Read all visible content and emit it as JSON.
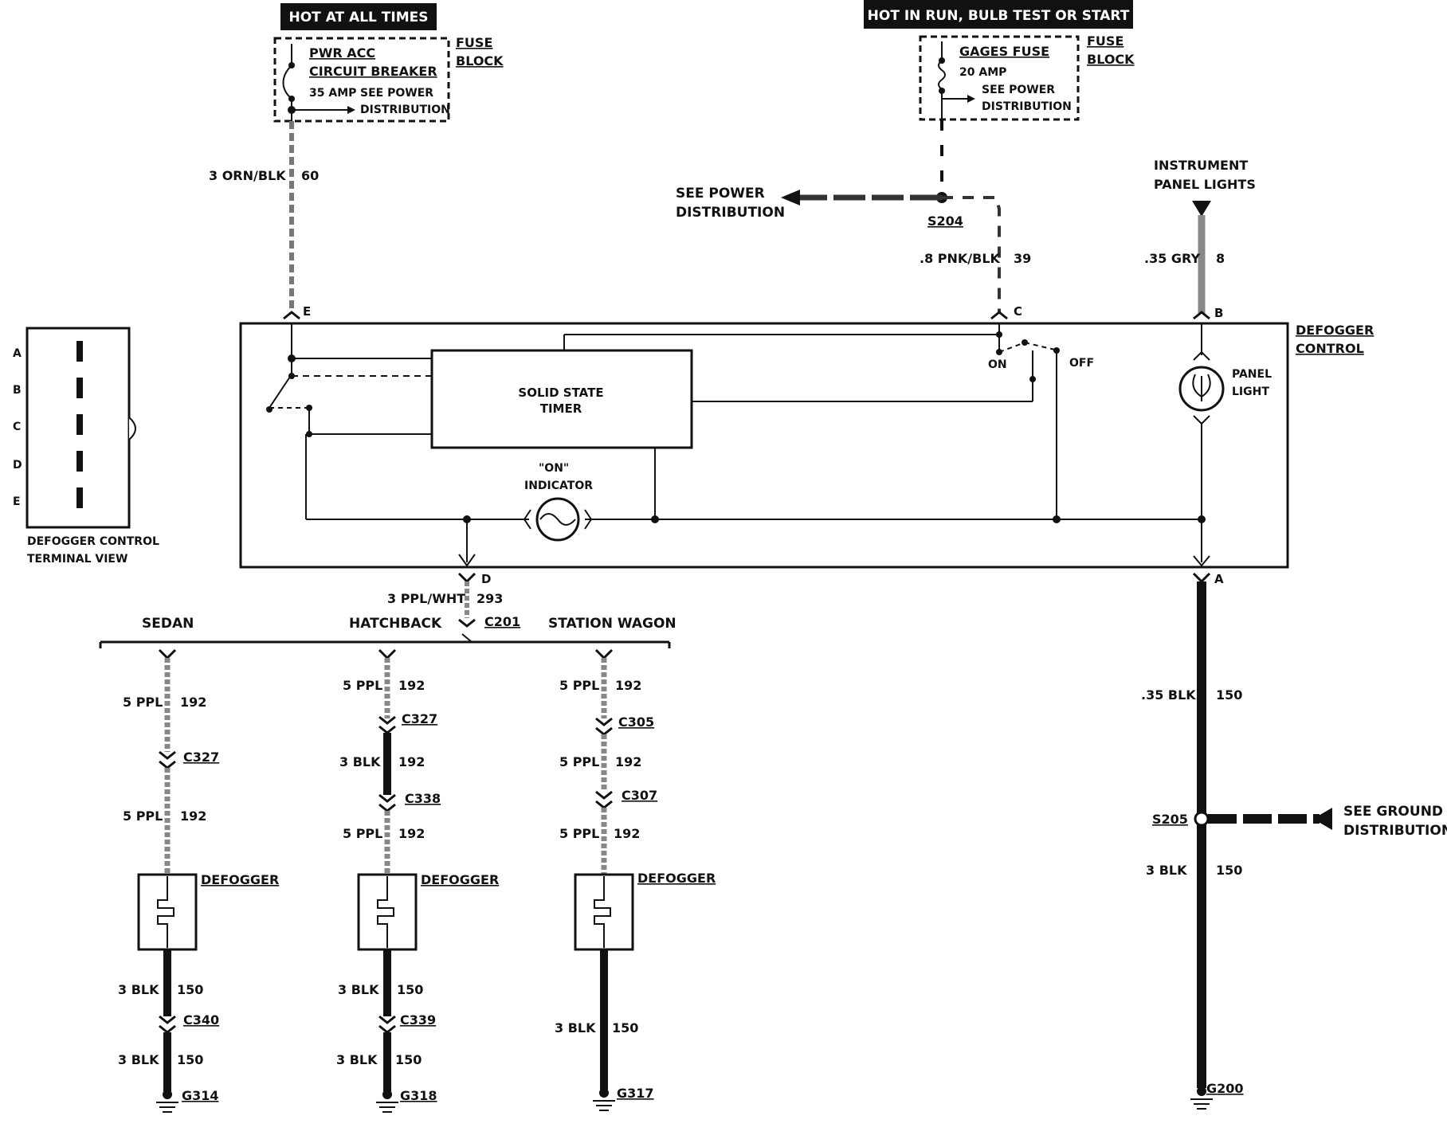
{
  "supplies": {
    "left_header": "HOT AT ALL TIMES",
    "right_header": "HOT IN RUN,  BULB TEST OR START",
    "left_fuse": {
      "line1": "PWR ACC",
      "line2": "CIRCUIT BREAKER",
      "rating": "35 AMP",
      "see1": "SEE POWER",
      "see2": "DISTRIBUTION"
    },
    "right_fuse": {
      "line1": "GAGES FUSE",
      "rating": "20 AMP",
      "see1": "SEE POWER",
      "see2": "DISTRIBUTION"
    },
    "fuse_block_1": "FUSE",
    "fuse_block_2": "BLOCK",
    "instrument_1": "INSTRUMENT",
    "instrument_2": "PANEL LIGHTS",
    "see_power_1": "SEE POWER",
    "see_power_2": "DISTRIBUTION",
    "see_ground_1": "SEE GROUND",
    "see_ground_2": "DISTRIBUTION"
  },
  "wires": {
    "e_size": "3 ORN/BLK",
    "e_circuit": "60",
    "c_size": ".8 PNK/BLK",
    "c_circuit": "39",
    "b_size": ".35 GRY",
    "b_circuit": "8",
    "d_size": "3 PPL/WHT",
    "d_circuit": "293",
    "a_size1": ".35 BLK",
    "a_circuit1": "150",
    "a_size2": "3 BLK",
    "a_circuit2": "150"
  },
  "splices": {
    "s204": "S204",
    "s205": "S205",
    "c201": "C201"
  },
  "control": {
    "title1": "DEFOGGER",
    "title2": "CONTROL",
    "timer1": "SOLID STATE",
    "timer2": "TIMER",
    "on_ind1": "\"ON\"",
    "on_ind2": "INDICATOR",
    "panel1": "PANEL",
    "panel2": "LIGHT",
    "on": "ON",
    "off": "OFF",
    "term_e": "E",
    "term_c": "C",
    "term_b": "B",
    "term_d": "D",
    "term_a": "A"
  },
  "terminal_view": {
    "pins": [
      "A",
      "B",
      "C",
      "D",
      "E"
    ],
    "caption1": "DEFOGGER CONTROL",
    "caption2": "TERMINAL VIEW"
  },
  "variants": [
    {
      "name": "SEDAN",
      "w1": "5 PPL",
      "c1": "192",
      "conn1": "C327",
      "w2": "5 PPL",
      "c2": "192",
      "device": "DEFOGGER",
      "w3": "3 BLK",
      "c3": "150",
      "conn3": "C340",
      "w4": "3 BLK",
      "c4": "150",
      "ground": "G314"
    },
    {
      "name": "HATCHBACK",
      "w1": "5 PPL",
      "c1": "192",
      "conn1": "C327",
      "w2": "3 BLK",
      "c2": "192",
      "conn2": "C338",
      "w2b": "5 PPL",
      "c2b": "192",
      "device": "DEFOGGER",
      "w3": "3 BLK",
      "c3": "150",
      "conn3": "C339",
      "w4": "3 BLK",
      "c4": "150",
      "ground": "G318"
    },
    {
      "name": "STATION WAGON",
      "w1": "5 PPL",
      "c1": "192",
      "conn1": "C305",
      "w2": "5 PPL",
      "c2": "192",
      "conn2": "C307",
      "w2b": "5 PPL",
      "c2b": "192",
      "device": "DEFOGGER",
      "w3": "3 BLK",
      "c3": "150",
      "ground": "G317"
    }
  ],
  "ground_main": "G200"
}
